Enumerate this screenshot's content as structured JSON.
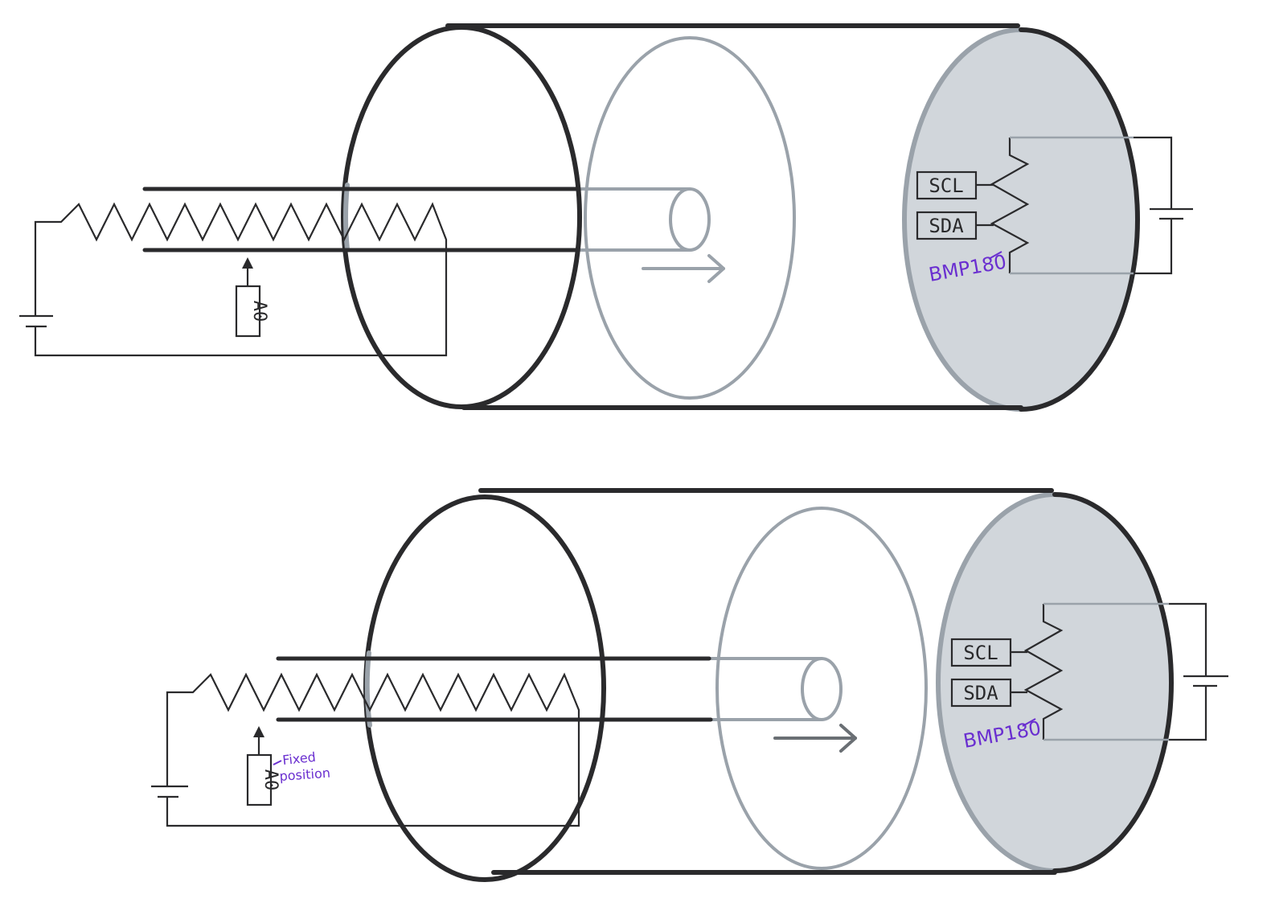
{
  "colors": {
    "outline_dark": "#2a2a2c",
    "outline_grey": "#9aa2aa",
    "end_cap_fill": "#d1d6db",
    "annotation_purple": "#6a2fd0"
  },
  "top_diagram": {
    "analog_pin_label": "A0",
    "sensor_pins": [
      "SCL",
      "SDA"
    ],
    "sensor_label": "BMP180"
  },
  "bottom_diagram": {
    "analog_pin_label": "A0",
    "analog_pin_note_line1": "Fixed",
    "analog_pin_note_line2": "position",
    "sensor_pins": [
      "SCL",
      "SDA"
    ],
    "sensor_label": "BMP180"
  }
}
